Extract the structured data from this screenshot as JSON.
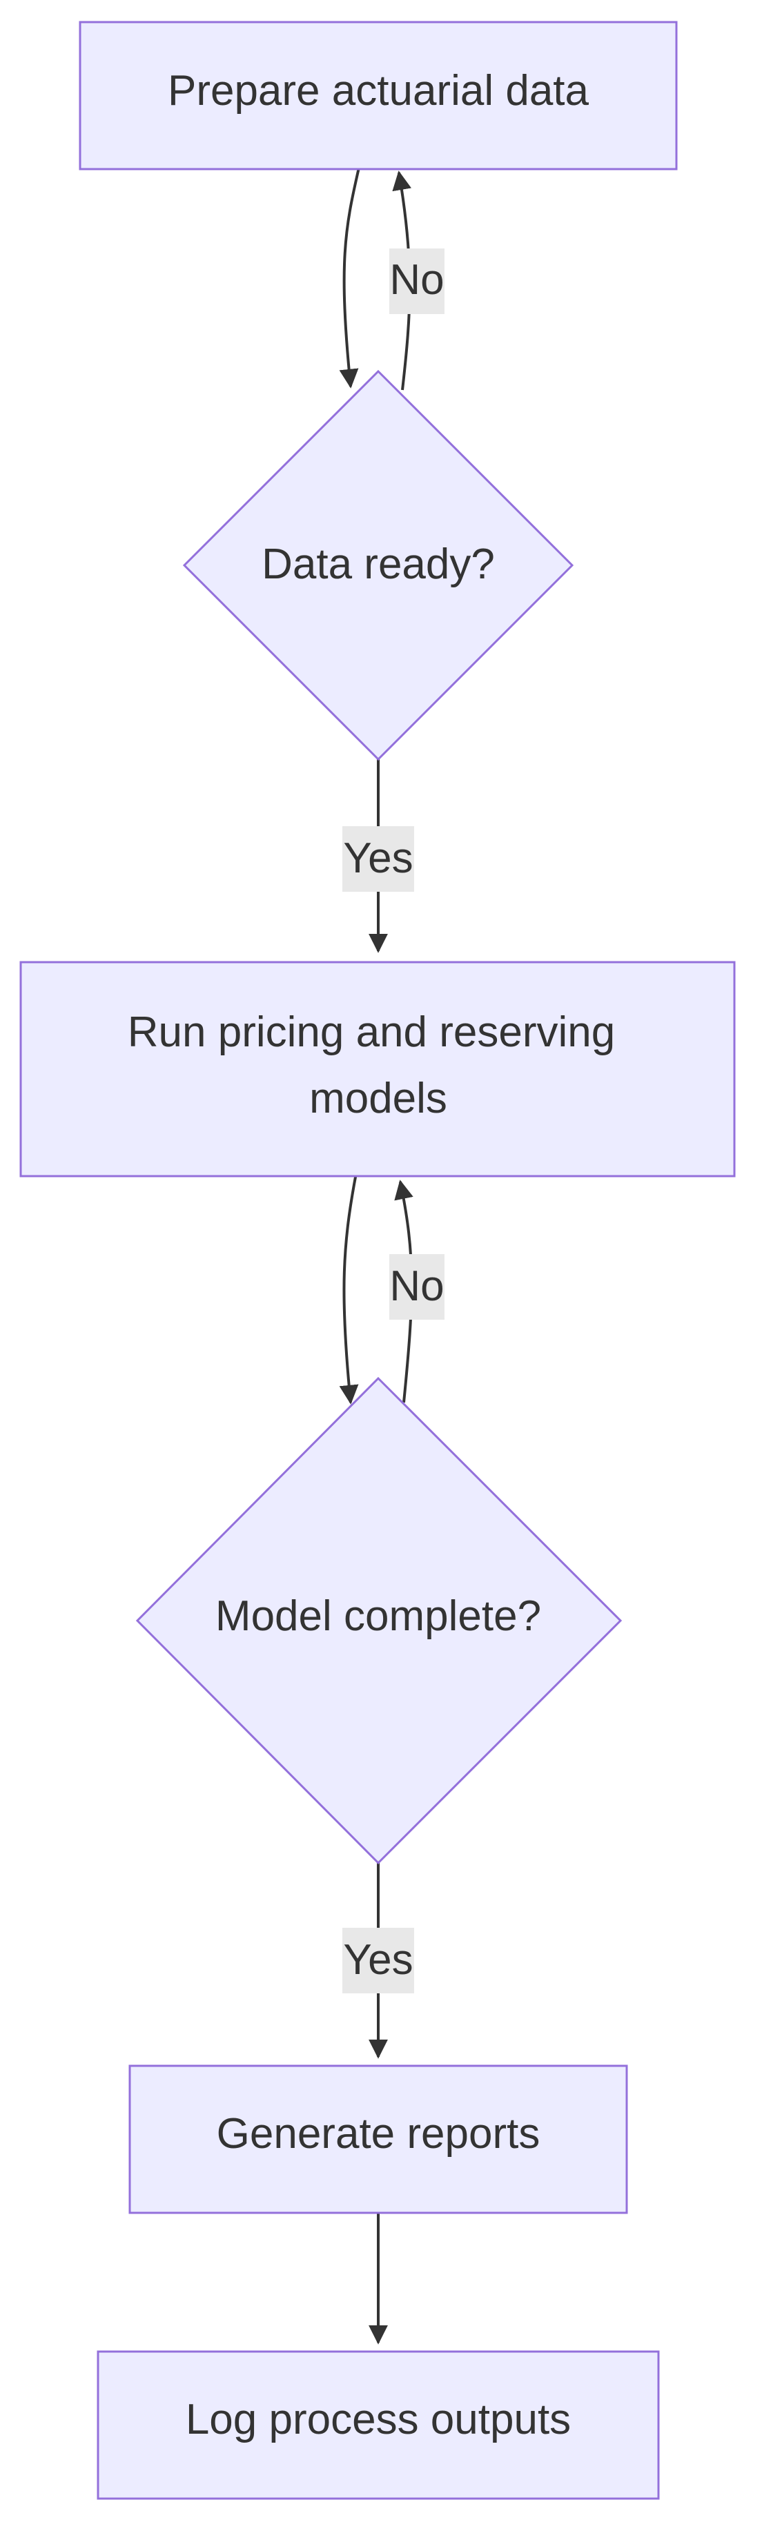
{
  "nodes": {
    "prepare": "Prepare actuarial data",
    "data_ready": "Data ready?",
    "run_models_line1": "Run pricing and reserving",
    "run_models_line2": "models",
    "model_complete": "Model complete?",
    "generate_reports": "Generate reports",
    "log_outputs": "Log process outputs"
  },
  "edge_labels": {
    "data_not_ready": "No",
    "data_ready_yes": "Yes",
    "model_not_complete": "No",
    "model_complete_yes": "Yes"
  },
  "colors": {
    "node_fill": "#ECECFF",
    "node_stroke": "#9370DB",
    "edge": "#333333",
    "label_bg": "#E8E8E8"
  }
}
